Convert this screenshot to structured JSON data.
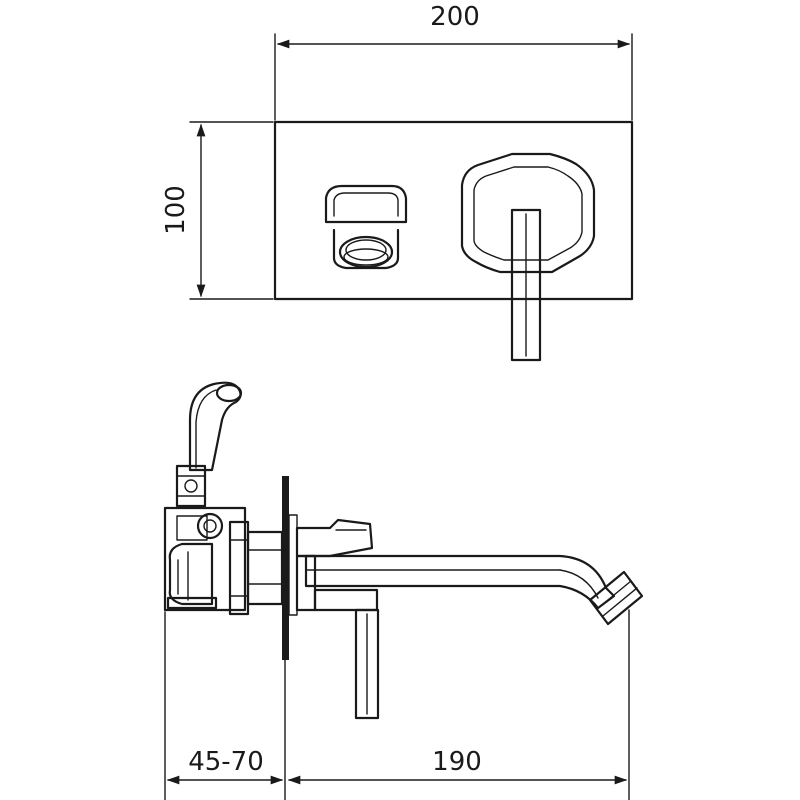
{
  "dimensions": {
    "plate_width": "200",
    "plate_height": "100",
    "wall_depth": "45-70",
    "spout_projection": "190"
  },
  "stroke_color": "#1a1a1a",
  "background_color": "#ffffff"
}
